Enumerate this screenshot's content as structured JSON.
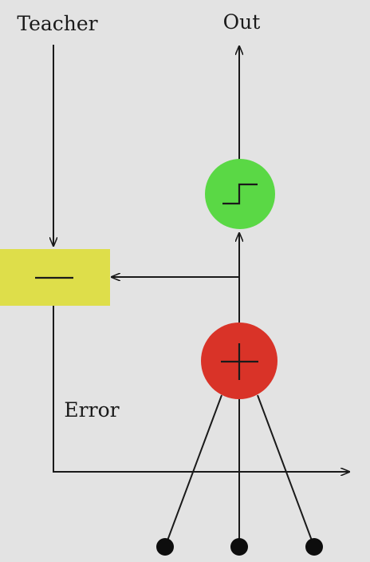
{
  "labels": {
    "teacher": "Teacher",
    "out": "Out",
    "error": "Error"
  },
  "nodes": {
    "subtract": {
      "symbol": "minus"
    },
    "summation": {
      "symbol": "plus"
    },
    "activation": {
      "symbol": "step-function"
    },
    "inputs": [
      "input-1",
      "input-2",
      "input-3"
    ]
  },
  "colors": {
    "background": "#e3e3e3",
    "subtract_box": "#dede4a",
    "summation_node": "#d93328",
    "activation_node": "#5ad845",
    "line": "#1a1a1a"
  }
}
